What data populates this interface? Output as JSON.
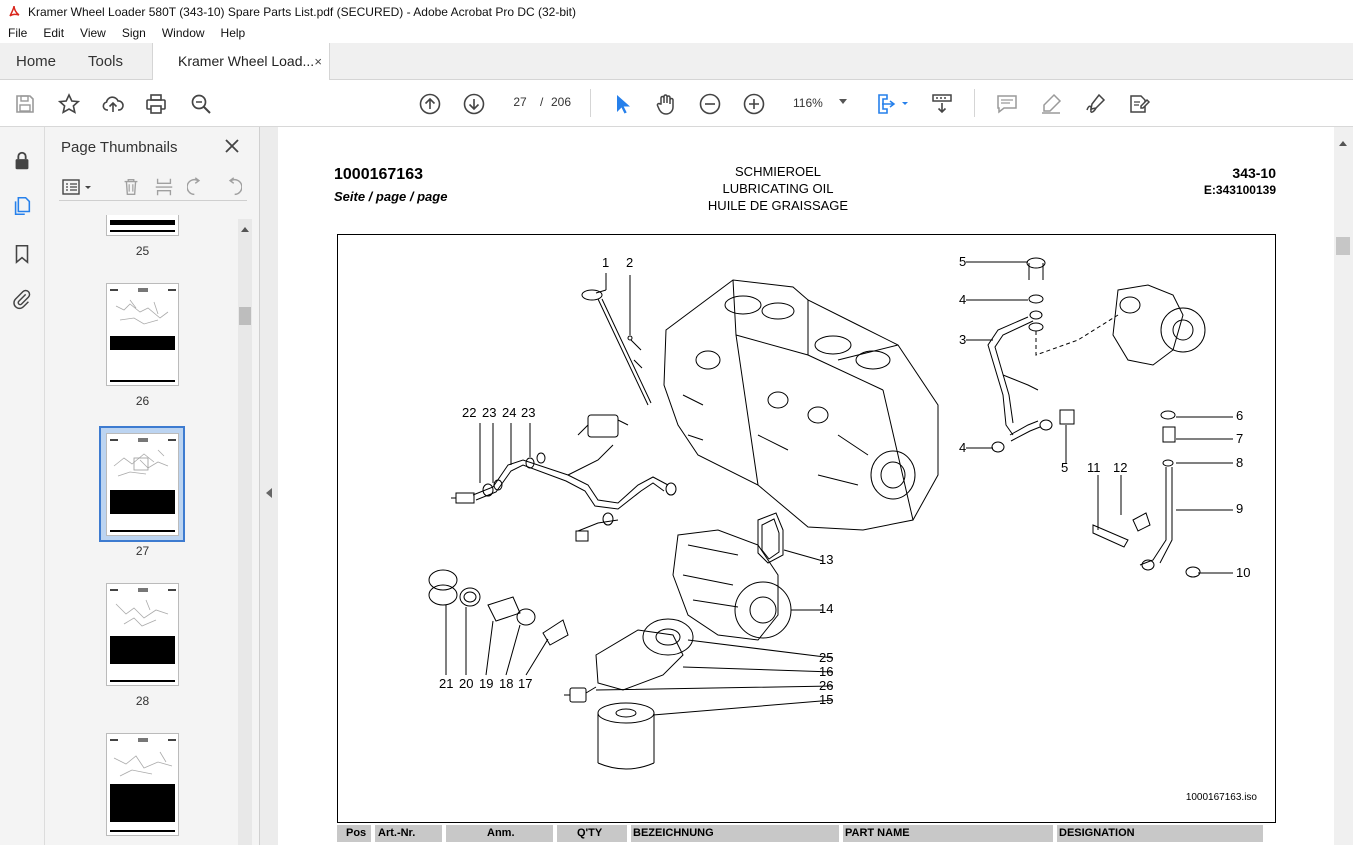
{
  "window": {
    "title": "Kramer Wheel Loader 580T (343-10) Spare Parts List.pdf (SECURED) - Adobe Acrobat Pro DC (32-bit)"
  },
  "menu": [
    "File",
    "Edit",
    "View",
    "Sign",
    "Window",
    "Help"
  ],
  "tabs": {
    "home": "Home",
    "tools": "Tools",
    "document": "Kramer Wheel Load...",
    "close": "×"
  },
  "toolbar": {
    "current_page": "27",
    "page_separator": "/",
    "total_pages": "206",
    "zoom": "116%"
  },
  "thumbnails_panel": {
    "title": "Page Thumbnails",
    "pages": [
      "25",
      "26",
      "27",
      "28"
    ],
    "selected_page": "27"
  },
  "page": {
    "number": "1000167163",
    "seite": "Seite / page / page",
    "title_de": "SCHMIEROEL",
    "title_en": "LUBRICATING OIL",
    "title_fr": "HUILE DE GRAISSAGE",
    "section": "343-10",
    "ecode": "E:343100139",
    "iso": "1000167163.iso",
    "callouts": [
      "1",
      "2",
      "22",
      "23",
      "24",
      "23",
      "5",
      "4",
      "3",
      "4",
      "5",
      "6",
      "7",
      "8",
      "9",
      "10",
      "11",
      "12",
      "13",
      "14",
      "25",
      "16",
      "26",
      "15",
      "21",
      "20",
      "19",
      "18",
      "17"
    ],
    "table_headers": [
      "Pos",
      "Art.-Nr.",
      "Anm.",
      "Q'TY",
      "BEZEICHNUNG",
      "PART NAME",
      "DESIGNATION"
    ]
  },
  "colors": {
    "selection": "#3d7bd0",
    "acrobat_red": "#d9261c",
    "toolbar_blue": "#2680eb"
  }
}
